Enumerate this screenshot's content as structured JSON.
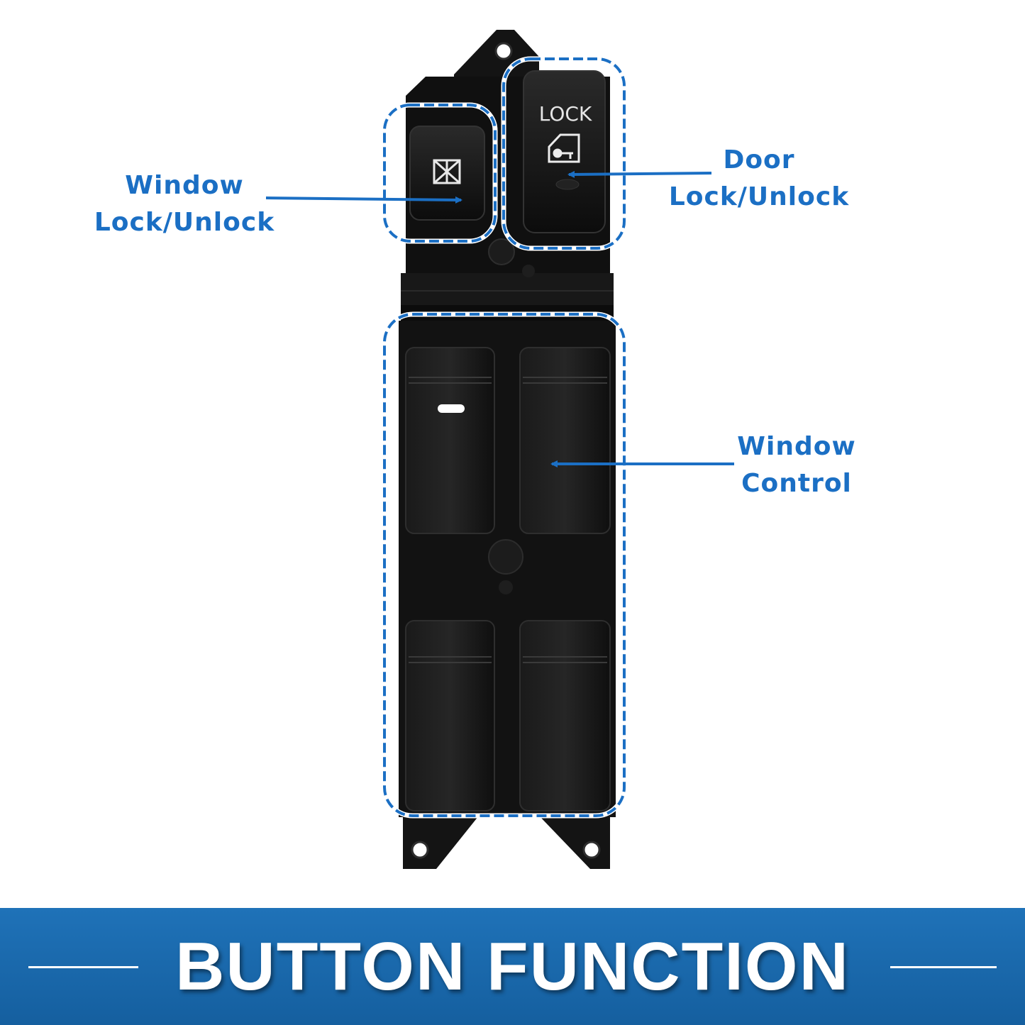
{
  "labels": {
    "window_lock": [
      "Window",
      "Lock/Unlock"
    ],
    "door_lock": [
      "Door",
      "Lock/Unlock"
    ],
    "window_control": [
      "Window",
      "Control"
    ]
  },
  "switch": {
    "lock_text": "LOCK"
  },
  "banner": {
    "title": "BUTTON FUNCTION"
  },
  "colors": {
    "accent": "#1b6fc4",
    "banner": "#1a67a8",
    "switch_body": "#111111"
  }
}
